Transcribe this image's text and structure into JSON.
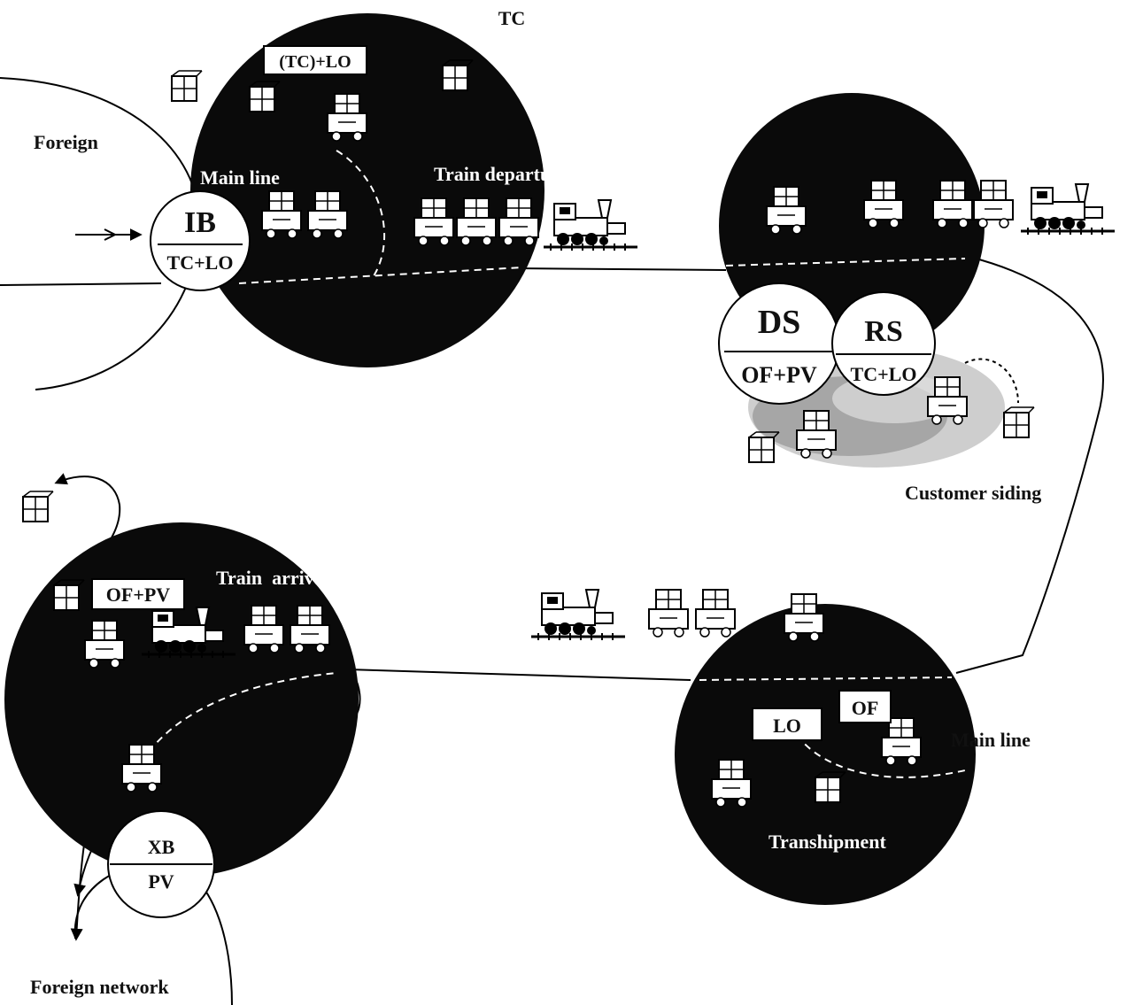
{
  "labels": {
    "tc_top": "TC",
    "foreign": "Foreign",
    "foreign_network": "Foreign network",
    "main_line_top": "Main line",
    "train_departure": "Train departure",
    "customer_siding": "Customer siding",
    "train_arrival": "Train  arrival",
    "transhipment": "Transhipment",
    "main_line_right": "Main line"
  },
  "tags": {
    "tc_lo": "(TC)+LO",
    "of_pv": "OF+PV",
    "lo": "LO",
    "of": "OF"
  },
  "nodes": {
    "ib": {
      "top": "IB",
      "bottom": "TC+LO"
    },
    "ds": {
      "top": "DS",
      "bottom": "OF+PV"
    },
    "rs": {
      "top": "RS",
      "bottom": "TC+LO"
    },
    "xb": {
      "top": "XB",
      "bottom": "PV"
    }
  },
  "colors": {
    "ink": "#0a0a0a",
    "paper": "#ffffff",
    "noise": "#9a9a9a"
  }
}
